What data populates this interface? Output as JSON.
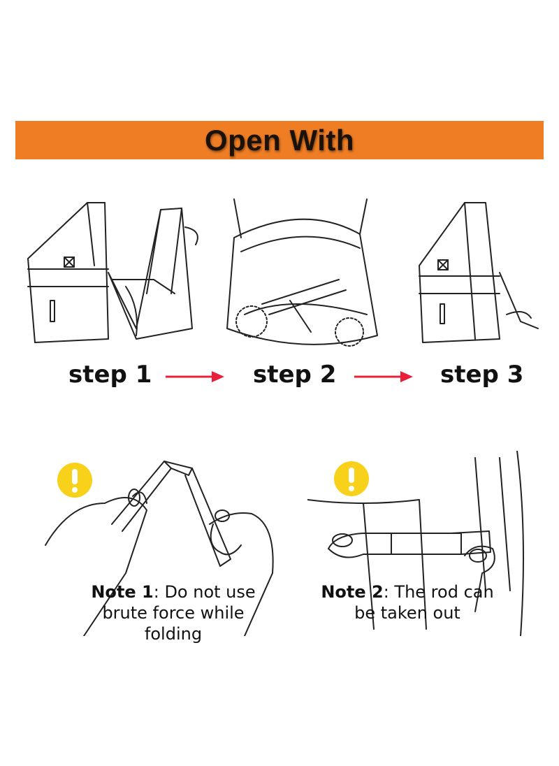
{
  "banner": {
    "title": "Open With",
    "color": "#ee7d24"
  },
  "steps": [
    {
      "label": "step 1"
    },
    {
      "label": "step 2"
    },
    {
      "label": "step 3"
    }
  ],
  "arrow_color": "#e8203a",
  "notes": [
    {
      "tag": "Note 1",
      "line1_rest": ": Do not use",
      "line2": "brute force while",
      "line3": "folding"
    },
    {
      "tag": "Note 2",
      "line1_rest": ": The rod can",
      "line2": "be taken out"
    }
  ],
  "icons": [
    "warning-exclamation-icon",
    "arrow-right-icon"
  ]
}
